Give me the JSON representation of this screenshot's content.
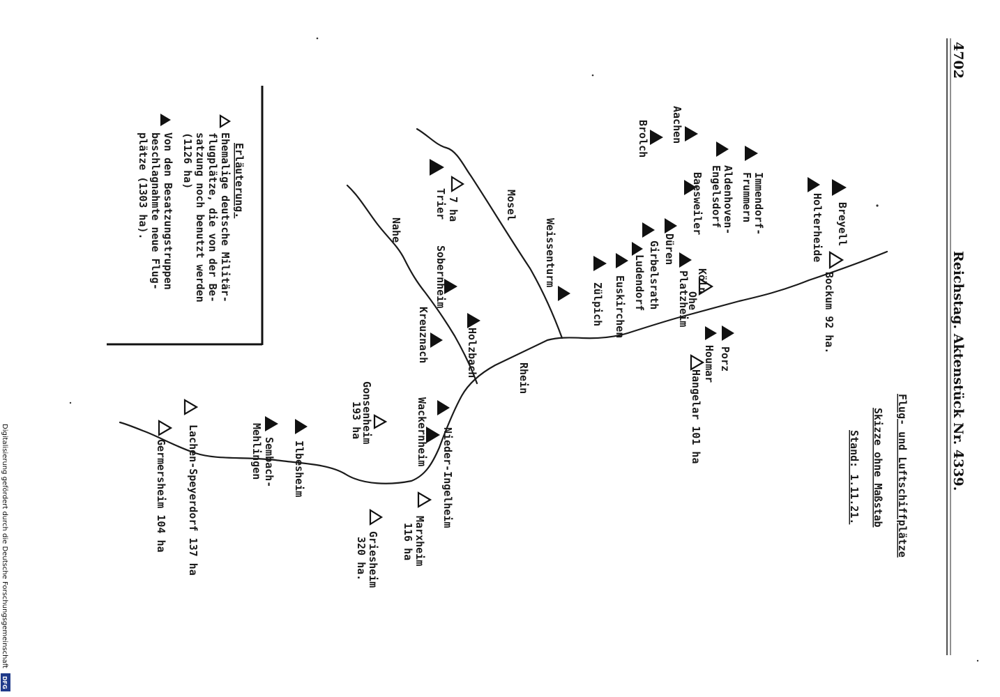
{
  "page": {
    "number": "4702",
    "header": "Reichstag. Aktenstück Nr. 4339.",
    "side_note": "Digitalisierung gefördert durch die Deutsche Forschungsgemeinschaft",
    "dfg_logo_text": "DFG"
  },
  "title": {
    "line1": "Flug- und Luftschiffplätze",
    "line2": "Skizze ohne Maßstab",
    "line3": "Stand: 1.11.21."
  },
  "legend": {
    "heading": "Erläuterung.",
    "old_symbol": "open-triangle-icon",
    "old_lines": [
      "Ehemalige deutsche Militär-",
      "flugplätze, die von der Be-",
      "satzung noch benutzt werden",
      "(1126 ha)"
    ],
    "new_symbol": "filled-triangle-icon",
    "new_lines": [
      "Von den Besatzungstruppen",
      "beschlagnahmte neue Flug-",
      "plätze (1303 ha)."
    ]
  },
  "rivers": {
    "rhein": "Rhein",
    "mosel": "Mosel",
    "nahe": "Nahe"
  },
  "places": {
    "breyell": "Breyell",
    "holterheide": "Holterheide",
    "bockum": "Bockum 92 ha.",
    "immendorf": "Immendorf-",
    "frummern": "Frummern",
    "aldenhoven": "Aldenhoven-",
    "engelsdorf": "Engelsdorf",
    "baesweiler": "Baesweiler",
    "aachen": "Aachen",
    "brolch": "Brolch",
    "dueren": "Düren",
    "girbelsrath": "Girbelsrath",
    "ludendorf": "Ludendorf",
    "koeln": "Köln",
    "ossendorf_part": "Ohe",
    "platzheim": "Platzheim",
    "euskirchen": "Euskirchen",
    "zuelpich": "Zülpich",
    "weissenturm": "Weissenturm",
    "porz": "Porz",
    "houmar": "Houmar",
    "hangelar": "Hangelar 101 ha",
    "trier": "Trier",
    "trier_ha": "7 ha",
    "sobernheim": "Sobernheim",
    "kreuznach": "Kreuznach",
    "holzbach": "Holzbach",
    "gonsenheim": "Gonsenheim",
    "gonsenheim_ha": "193 ha",
    "wackernheim": "Wackernheim",
    "nieder_ingelheim": "Nieder-Ingelheim",
    "ilbesheim": "Ilbesheim",
    "sembach": "Sembach-",
    "mehlingen": "Mehlingen",
    "lachen": "Lachen-Speyerdorf 137 ha",
    "germersheim": "Germersheim 104 ha",
    "marxheim": "Marxheim",
    "marxheim_ha": "116 ha",
    "griesheim": "Griesheim",
    "griesheim_ha": "320 ha."
  }
}
